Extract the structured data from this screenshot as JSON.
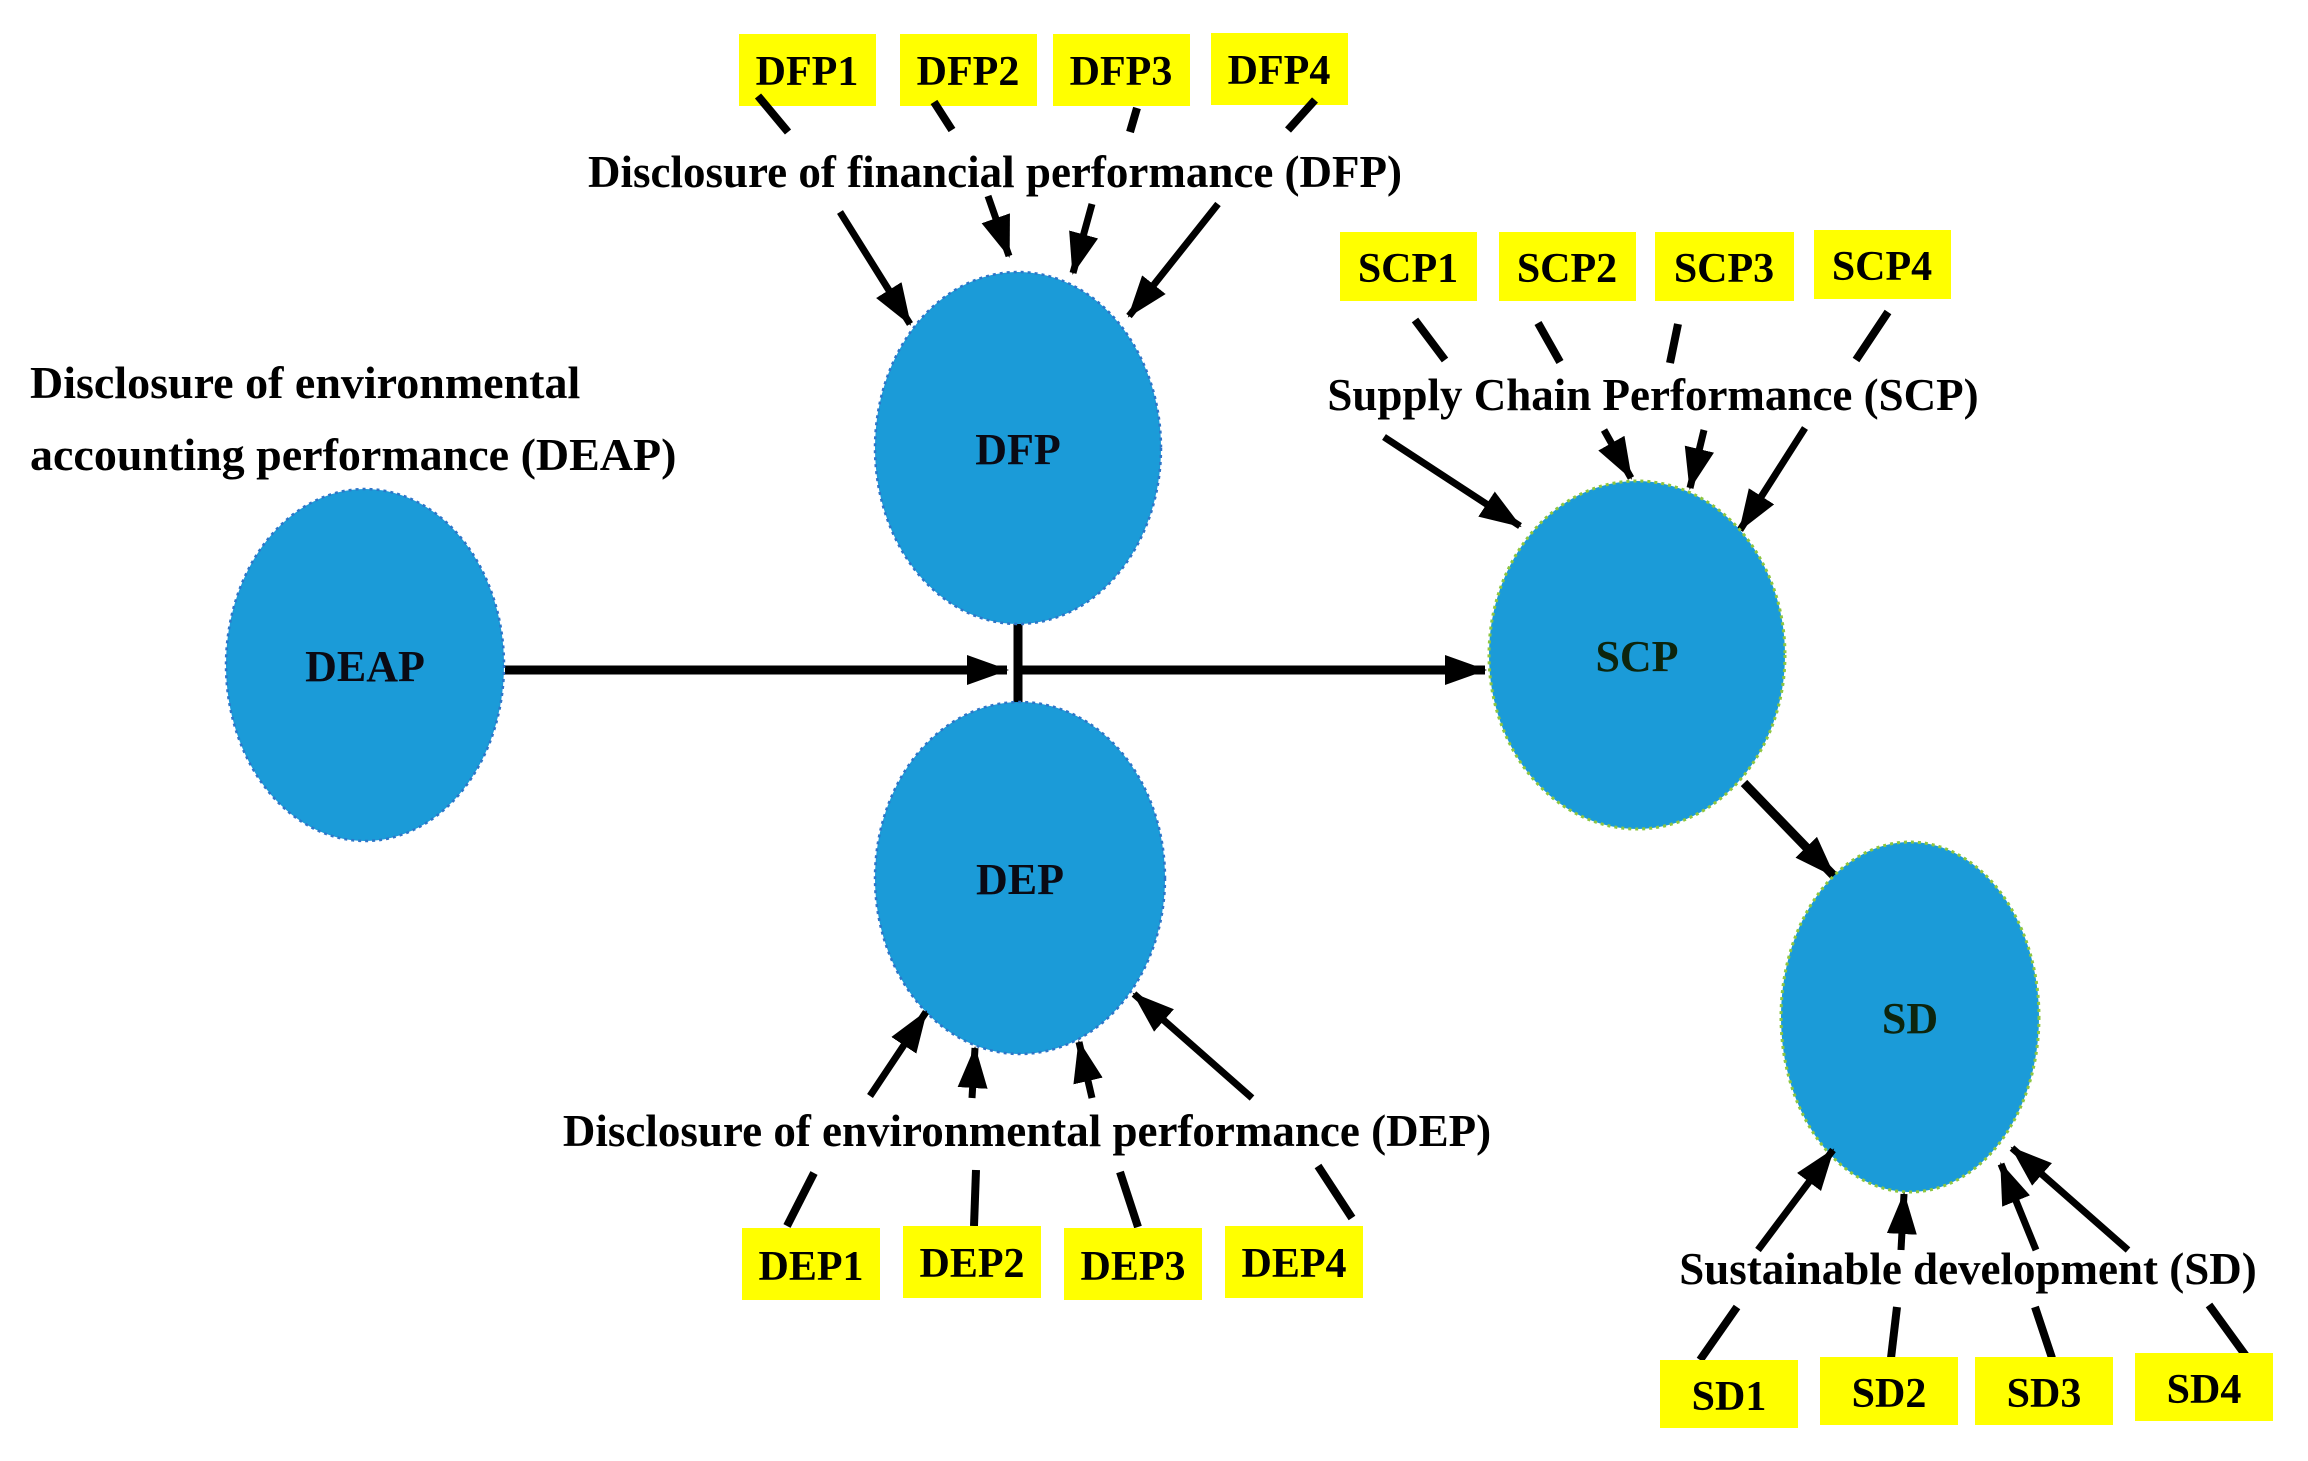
{
  "figure": {
    "type": "structural-equation-model-diagram",
    "constructs": [
      {
        "key": "deap",
        "node_label": "DEAP",
        "caption_lines": [
          "Disclosure of environmental",
          "accounting performance (DEAP)"
        ],
        "indicators": []
      },
      {
        "key": "dfp",
        "node_label": "DFP",
        "caption_lines": [
          "Disclosure of financial performance (DFP)"
        ],
        "indicators": [
          "DFP1",
          "DFP2",
          "DFP3",
          "DFP4"
        ]
      },
      {
        "key": "dep",
        "node_label": "DEP",
        "caption_lines": [
          "Disclosure of environmental performance (DEP)"
        ],
        "indicators": [
          "DEP1",
          "DEP2",
          "DEP3",
          "DEP4"
        ]
      },
      {
        "key": "scp",
        "node_label": "SCP",
        "caption_lines": [
          "Supply Chain Performance (SCP)"
        ],
        "indicators": [
          "SCP1",
          "SCP2",
          "SCP3",
          "SCP4"
        ]
      },
      {
        "key": "sd",
        "node_label": "SD",
        "caption_lines": [
          "Sustainable development (SD)"
        ],
        "indicators": [
          "SD1",
          "SD2",
          "SD3",
          "SD4"
        ]
      }
    ],
    "structural_paths": [
      {
        "from": "DEAP",
        "to": "SCP"
      },
      {
        "from": "SCP",
        "to": "SD"
      }
    ],
    "colors": {
      "node_fill": "#1b9bd8",
      "node_border_blue": "#2e75c8",
      "node_border_green": "#8dc63f",
      "indicator_fill": "#ffff00",
      "arrow": "#000000",
      "text": "#000000"
    }
  }
}
